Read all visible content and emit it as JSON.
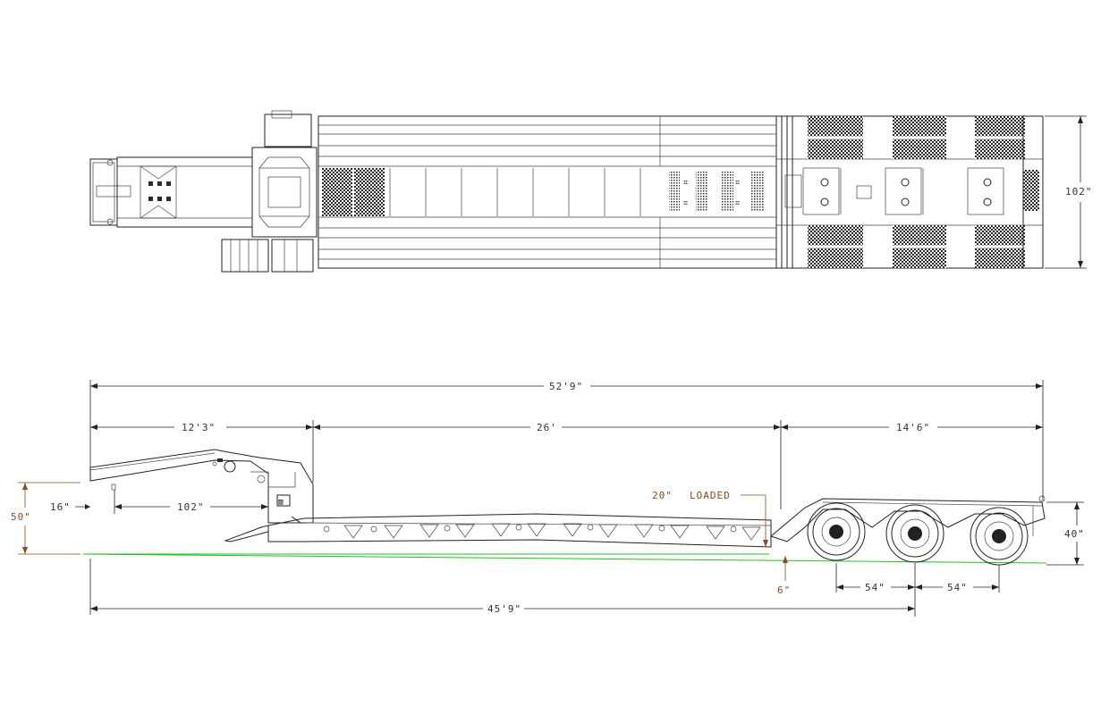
{
  "dimensions": {
    "top_width": "102\"",
    "overall_length": "52'9\"",
    "gooseneck_length": "12'3\"",
    "deck_length": "26'",
    "rear_section_length": "14'6\"",
    "gooseneck_height": "50\"",
    "front_offset": "16\"",
    "gooseneck_span": "102\"",
    "loaded_deck_height": "20\"",
    "loaded_label": "LOADED",
    "ground_clearance": "6\"",
    "rear_deck_height": "40\"",
    "axle_spacing_1": "54\"",
    "axle_spacing_2": "54\"",
    "kingpin_to_axle": "45'9\""
  },
  "colors": {
    "line": "#222222",
    "dimension_brown": "#8a4a1c",
    "ground_line": "#22c022"
  }
}
